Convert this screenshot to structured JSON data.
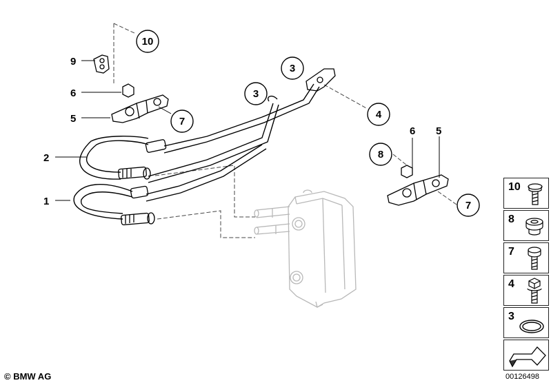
{
  "callouts": {
    "c10": "10",
    "c9": "9",
    "c6a": "6",
    "c5a": "5",
    "c7a": "7",
    "c3a": "3",
    "c3b": "3",
    "c4": "4",
    "c2": "2",
    "c1": "1",
    "c8": "8",
    "c6b": "6",
    "c5b": "5",
    "c7b": "7"
  },
  "side_panel": [
    {
      "number": "10",
      "icon": "bolt-flange-icon"
    },
    {
      "number": "8",
      "icon": "grommet-icon"
    },
    {
      "number": "7",
      "icon": "bolt-icon"
    },
    {
      "number": "4",
      "icon": "hex-bolt-icon"
    },
    {
      "number": "3",
      "icon": "o-ring-icon"
    },
    {
      "number": "",
      "icon": "arrow-icon"
    }
  ],
  "footer": {
    "copyright": "© BMW AG",
    "doc_number": "00126498"
  }
}
